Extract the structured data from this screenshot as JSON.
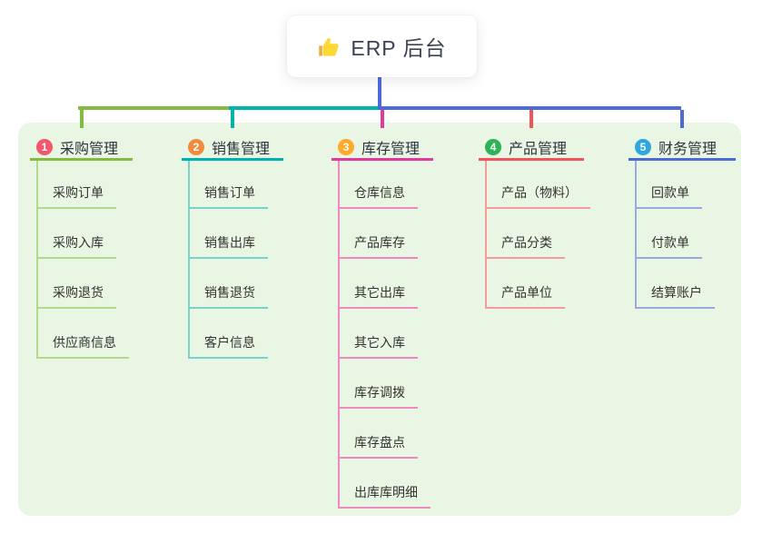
{
  "root": {
    "label": "ERP 后台",
    "icon": "thumbs-up-icon"
  },
  "colors": {
    "panel_background": "#e9f6e3",
    "root_connector": "#4a6bd8",
    "thumb_yellow": "#fdd835"
  },
  "branches": [
    {
      "badge": "1",
      "label": "采购管理",
      "colors": {
        "badge": "#f4566d",
        "line": "#85bb40",
        "item_line": "#b3d98c"
      },
      "items": [
        "采购订单",
        "采购入库",
        "采购退货",
        "供应商信息"
      ]
    },
    {
      "badge": "2",
      "label": "销售管理",
      "colors": {
        "badge": "#f48a3b",
        "line": "#00b3af",
        "item_line": "#7bd2cc"
      },
      "items": [
        "销售订单",
        "销售出库",
        "销售退货",
        "客户信息"
      ]
    },
    {
      "badge": "3",
      "label": "库存管理",
      "colors": {
        "badge": "#ffaa2b",
        "line": "#e23a9d",
        "item_line": "#ee8ac0"
      },
      "items": [
        "仓库信息",
        "产品库存",
        "其它出库",
        "其它入库",
        "库存调拨",
        "库存盘点",
        "出库库明细"
      ]
    },
    {
      "badge": "4",
      "label": "产品管理",
      "colors": {
        "badge": "#2db356",
        "line": "#f25559",
        "item_line": "#f59b9e"
      },
      "items": [
        "产品（物料）",
        "产品分类",
        "产品单位"
      ]
    },
    {
      "badge": "5",
      "label": "财务管理",
      "colors": {
        "badge": "#2ea6e0",
        "line": "#4a6bd8",
        "item_line": "#97abe2"
      },
      "items": [
        "回款单",
        "付款单",
        "结算账户"
      ]
    }
  ]
}
